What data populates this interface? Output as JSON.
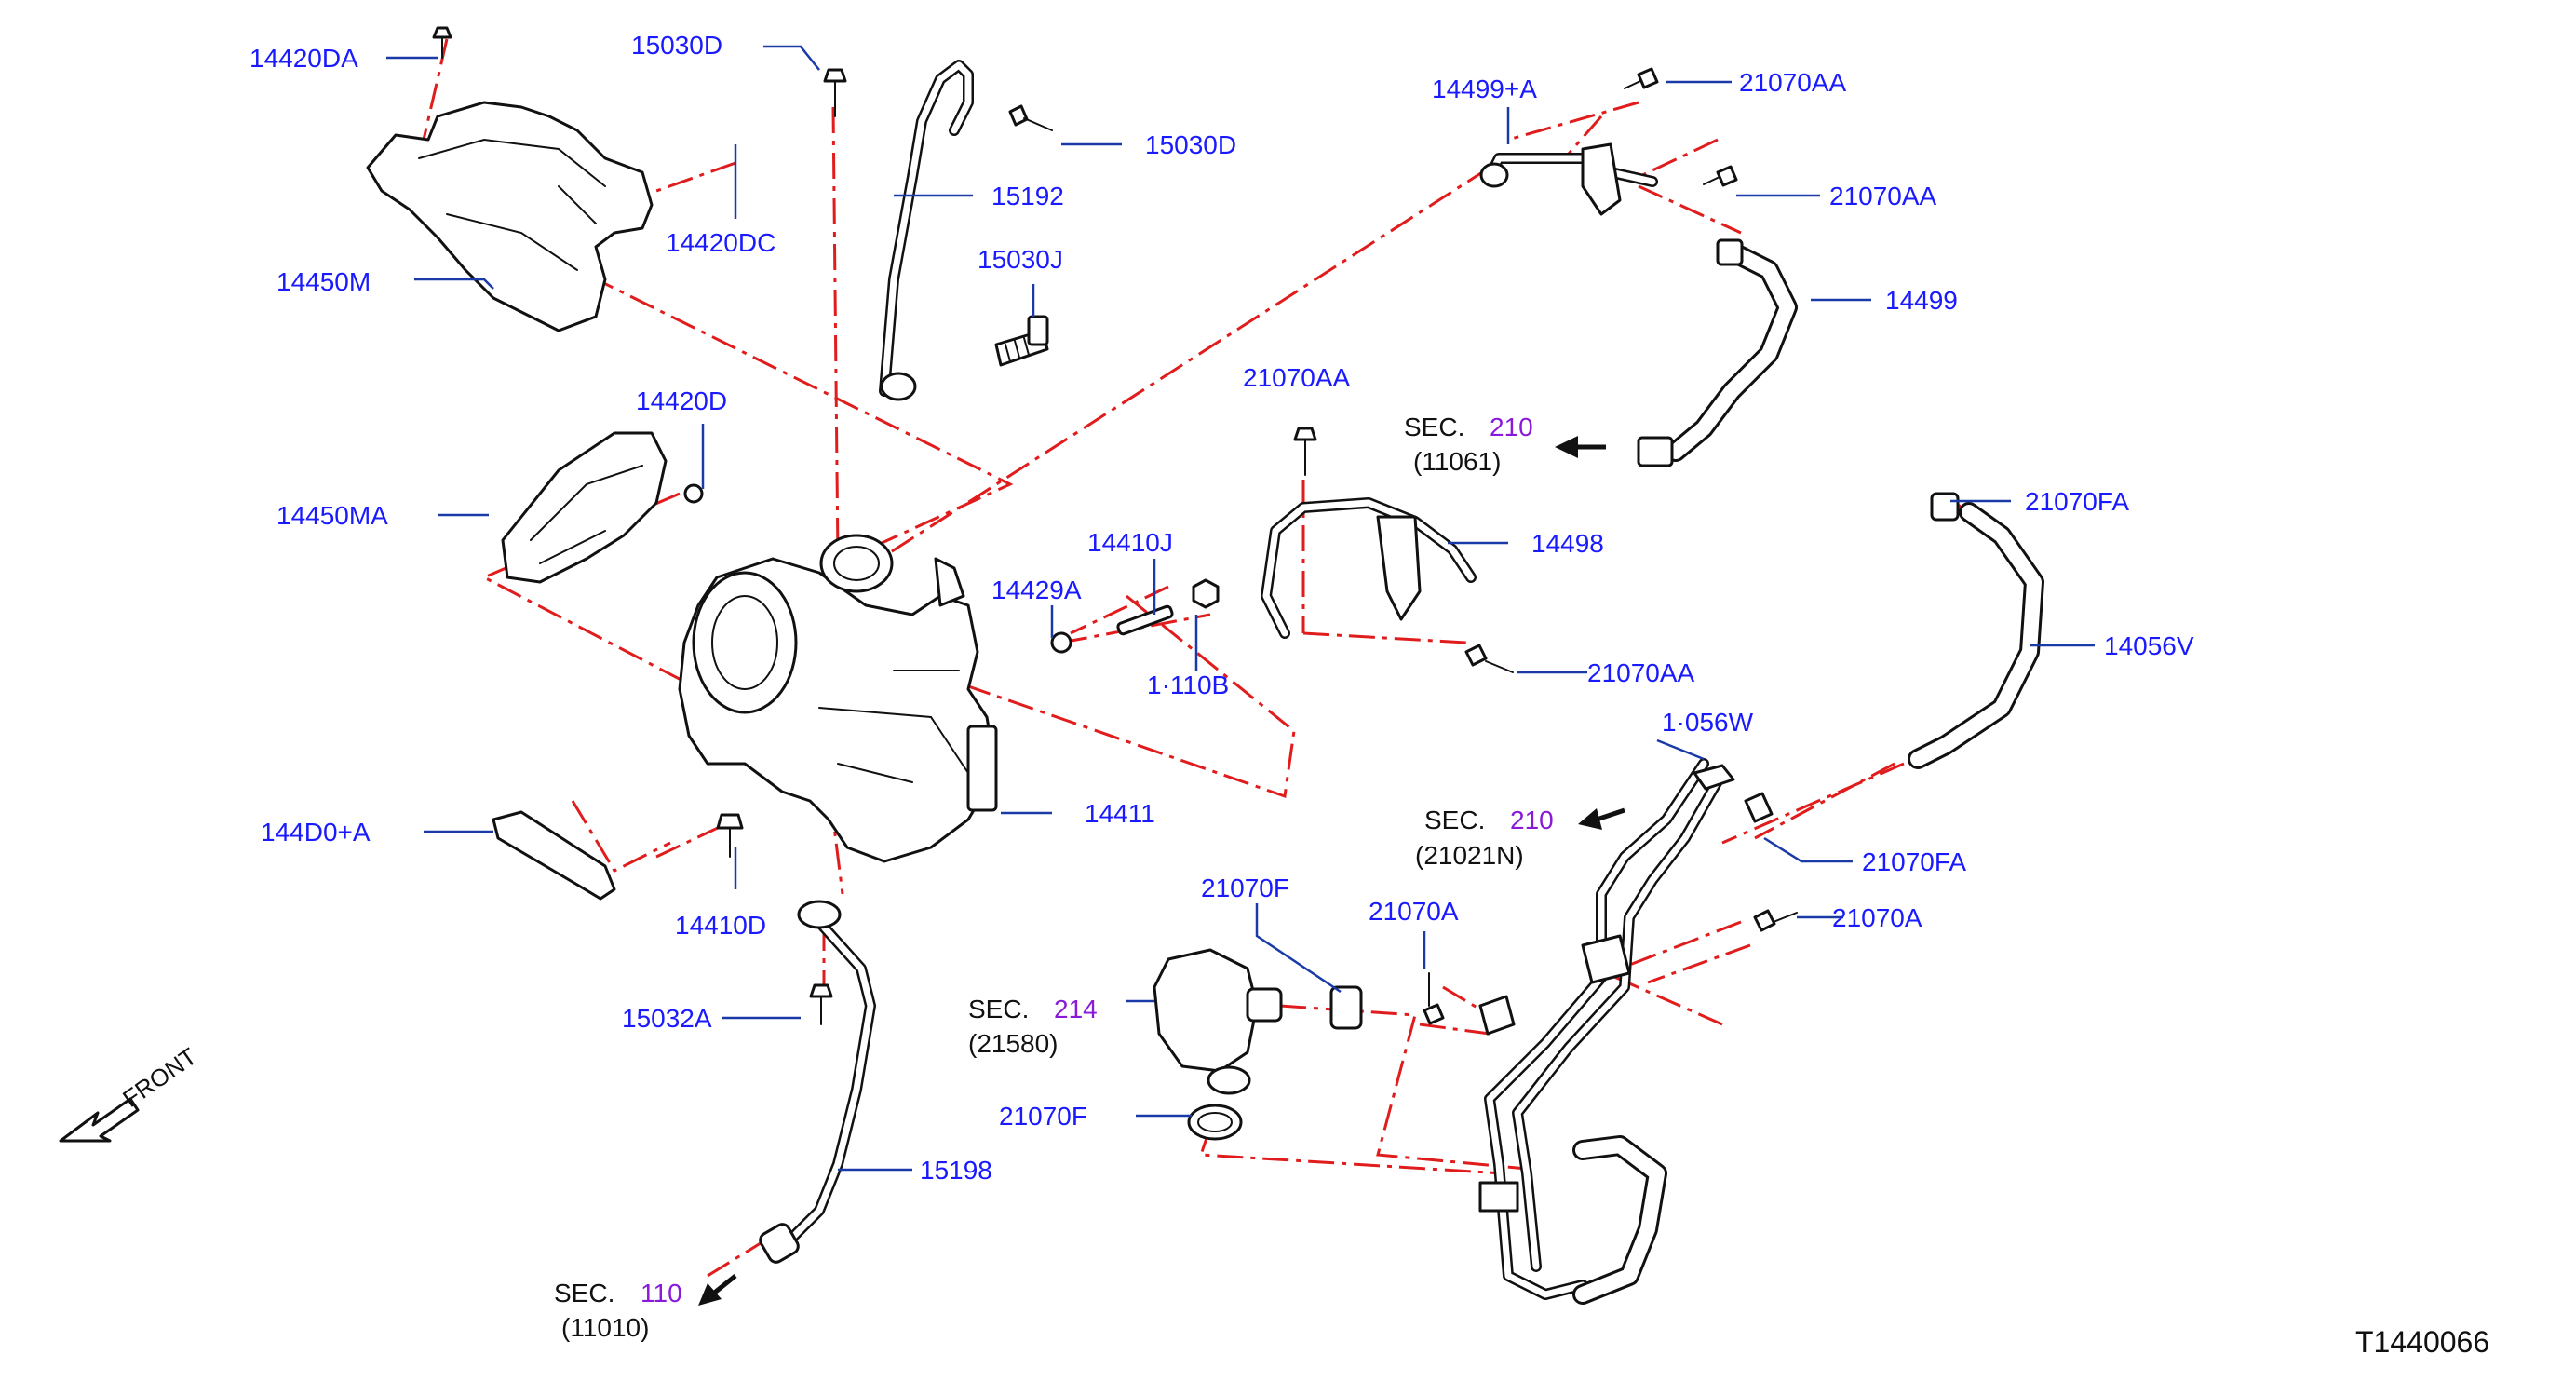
{
  "diagram_code": "T1440066",
  "front_label": "FRONT",
  "labels": {
    "p14420DA": "14420DA",
    "p15030D_top": "15030D",
    "p15030D_right": "15030D",
    "p15192": "15192",
    "p15030J": "15030J",
    "p14420DC": "14420DC",
    "p14450M": "14450M",
    "p14420D": "14420D",
    "p14450MA": "14450MA",
    "p14499A": "14499+A",
    "p21070AA_1": "21070AA",
    "p21070AA_2": "21070AA",
    "p14499": "14499",
    "p21070AA_3": "21070AA",
    "p14498": "14498",
    "p21070AA_4": "21070AA",
    "p21070FA_1": "21070FA",
    "p14056V": "14056V",
    "p14056W": "1·056W",
    "p14410J": "14410J",
    "p14429A": "14429A",
    "p14410B": "1·110B",
    "p14411": "14411",
    "p144D0A": "144D0+A",
    "p14410D": "14410D",
    "p15032A": "15032A",
    "p15198": "15198",
    "p21070F_1": "21070F",
    "p21070A_1": "21070A",
    "p21070F_2": "21070F",
    "p21070FA_2": "21070FA",
    "p21070A_2": "21070A"
  },
  "sections": {
    "s210a": {
      "prefix": "SEC.",
      "num": "210",
      "ref": "(11061)"
    },
    "s210b": {
      "prefix": "SEC.",
      "num": "210",
      "ref": "(21021N)"
    },
    "s214": {
      "prefix": "SEC.",
      "num": "214",
      "ref": "(21580)"
    },
    "s110": {
      "prefix": "SEC.",
      "num": "110",
      "ref": "(11010)"
    }
  },
  "colors": {
    "label": "#1a1aff",
    "section_number": "#8a1ad8",
    "dash_line": "#e01c1c",
    "leader": "#1a3aa8"
  }
}
